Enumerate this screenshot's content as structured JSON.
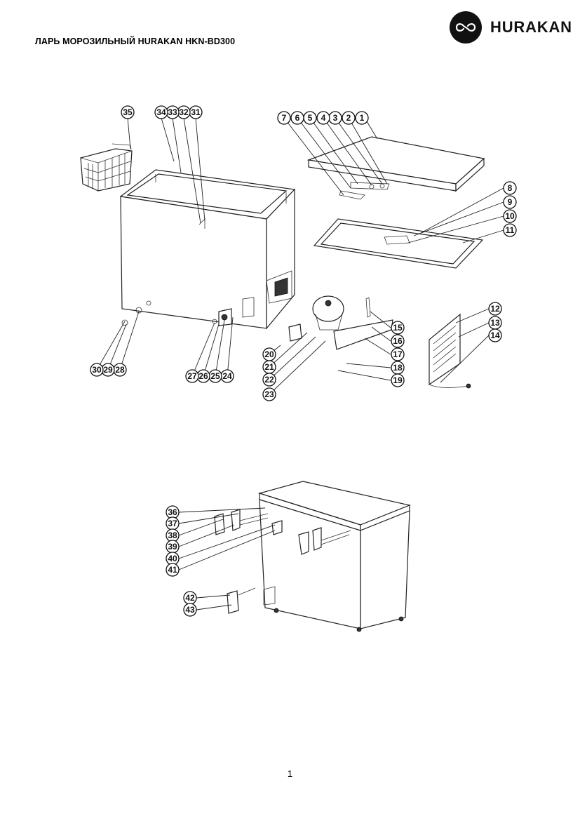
{
  "header": {
    "title": "ЛАРЬ МОРОЗИЛЬНЫЙ HURAKAN HKN-BD300",
    "brand": "HURAKAN",
    "logo_icon": "infinity-logo-icon"
  },
  "exploded_view": {
    "callouts": [
      "1",
      "2",
      "3",
      "4",
      "5",
      "6",
      "7",
      "8",
      "9",
      "10",
      "11",
      "12",
      "13",
      "14",
      "15",
      "16",
      "17",
      "18",
      "19",
      "20",
      "21",
      "22",
      "23",
      "24",
      "25",
      "26",
      "27",
      "28",
      "29",
      "30",
      "31",
      "32",
      "33",
      "34",
      "35"
    ]
  },
  "assembly_view": {
    "callouts": [
      "36",
      "37",
      "38",
      "39",
      "40",
      "41",
      "42",
      "43"
    ]
  },
  "footer": {
    "page_number": "1"
  }
}
